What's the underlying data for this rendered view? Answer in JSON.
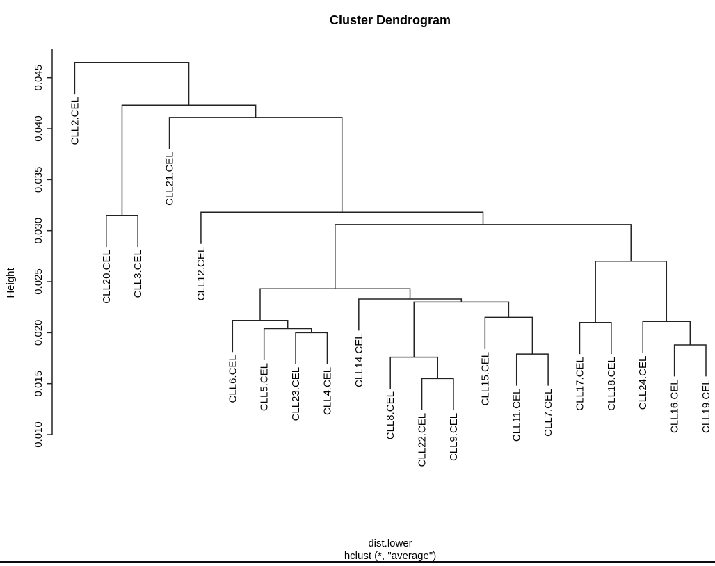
{
  "title": "Cluster Dendrogram",
  "y_axis": {
    "label": "Height",
    "tick_labels": [
      "0.045",
      "0.040",
      "0.035",
      "0.030",
      "0.025",
      "0.020",
      "0.015",
      "0.010"
    ],
    "ticks": [
      0.045,
      0.04,
      0.035,
      0.03,
      0.025,
      0.02,
      0.015,
      0.01
    ]
  },
  "caption": {
    "line1": "dist.lower",
    "line2": "hclust (*, \"average\")"
  },
  "colors": {
    "line": "#222222",
    "text": "#000000",
    "background": "#ffffff",
    "bottom_edge": "#0a0a10"
  },
  "chart_data": {
    "type": "dendrogram",
    "title": "Cluster Dendrogram",
    "ylabel": "Height",
    "xlabel_lines": [
      "dist.lower",
      "hclust (*, \"average\")"
    ],
    "ylim": [
      0.01,
      0.045
    ],
    "ytick_step": 0.005,
    "grid": false,
    "hang": 0.0031,
    "leaves": [
      "CLL2.CEL",
      "CLL20.CEL",
      "CLL3.CEL",
      "CLL21.CEL",
      "CLL12.CEL",
      "CLL6.CEL",
      "CLL5.CEL",
      "CLL23.CEL",
      "CLL4.CEL",
      "CLL14.CEL",
      "CLL8.CEL",
      "CLL22.CEL",
      "CLL9.CEL",
      "CLL15.CEL",
      "CLL11.CEL",
      "CLL7.CEL",
      "CLL17.CEL",
      "CLL18.CEL",
      "CLL24.CEL",
      "CLL16.CEL",
      "CLL19.CEL"
    ],
    "merges": [
      {
        "id": "m1",
        "children": [
          "CLL22.CEL",
          "CLL9.CEL"
        ],
        "height": 0.0155
      },
      {
        "id": "m2",
        "children": [
          "CLL8.CEL",
          "m1"
        ],
        "height": 0.0176
      },
      {
        "id": "m3",
        "children": [
          "CLL11.CEL",
          "CLL7.CEL"
        ],
        "height": 0.0179
      },
      {
        "id": "m4",
        "children": [
          "CLL16.CEL",
          "CLL19.CEL"
        ],
        "height": 0.0188
      },
      {
        "id": "m5",
        "children": [
          "CLL23.CEL",
          "CLL4.CEL"
        ],
        "height": 0.02
      },
      {
        "id": "m6",
        "children": [
          "CLL5.CEL",
          "m5"
        ],
        "height": 0.0204
      },
      {
        "id": "m7",
        "children": [
          "CLL17.CEL",
          "CLL18.CEL"
        ],
        "height": 0.021
      },
      {
        "id": "m8",
        "children": [
          "CLL24.CEL",
          "m4"
        ],
        "height": 0.0211
      },
      {
        "id": "m9",
        "children": [
          "CLL6.CEL",
          "m6"
        ],
        "height": 0.0212
      },
      {
        "id": "m10",
        "children": [
          "CLL15.CEL",
          "m3"
        ],
        "height": 0.0215
      },
      {
        "id": "m11",
        "children": [
          "m2",
          "m10"
        ],
        "height": 0.023
      },
      {
        "id": "m12",
        "children": [
          "CLL14.CEL",
          "m11"
        ],
        "height": 0.0233
      },
      {
        "id": "m13",
        "children": [
          "m9",
          "m12"
        ],
        "height": 0.0243
      },
      {
        "id": "m14",
        "children": [
          "m7",
          "m8"
        ],
        "height": 0.027
      },
      {
        "id": "m15",
        "children": [
          "m13",
          "m14"
        ],
        "height": 0.0306
      },
      {
        "id": "m16",
        "children": [
          "CLL12.CEL",
          "m15"
        ],
        "height": 0.0318
      },
      {
        "id": "m17",
        "children": [
          "CLL20.CEL",
          "CLL3.CEL"
        ],
        "height": 0.0315
      },
      {
        "id": "m18",
        "children": [
          "CLL21.CEL",
          "m16"
        ],
        "height": 0.0411
      },
      {
        "id": "m19",
        "children": [
          "m17",
          "m18"
        ],
        "height": 0.0423
      },
      {
        "id": "m20",
        "children": [
          "CLL2.CEL",
          "m19"
        ],
        "height": 0.0465
      }
    ]
  }
}
